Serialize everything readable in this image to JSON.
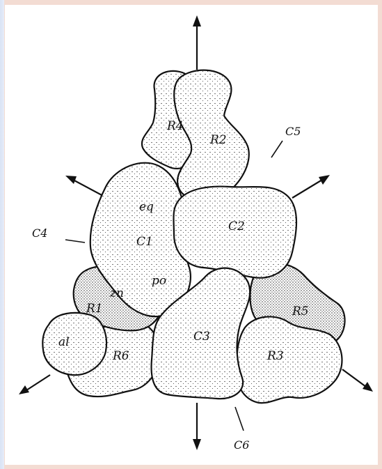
{
  "diagram": {
    "subunit_labels": {
      "eq": "eq",
      "po": "po",
      "zn": "zn",
      "al": "al",
      "C1": "C1",
      "C2": "C2",
      "C3": "C3",
      "R1": "R1",
      "R2": "R2",
      "R3": "R3",
      "R4": "R4",
      "R5": "R5",
      "R6": "R6"
    },
    "symmetry_axis_labels": {
      "C4": "C4",
      "C5": "C5",
      "C6": "C6"
    }
  }
}
